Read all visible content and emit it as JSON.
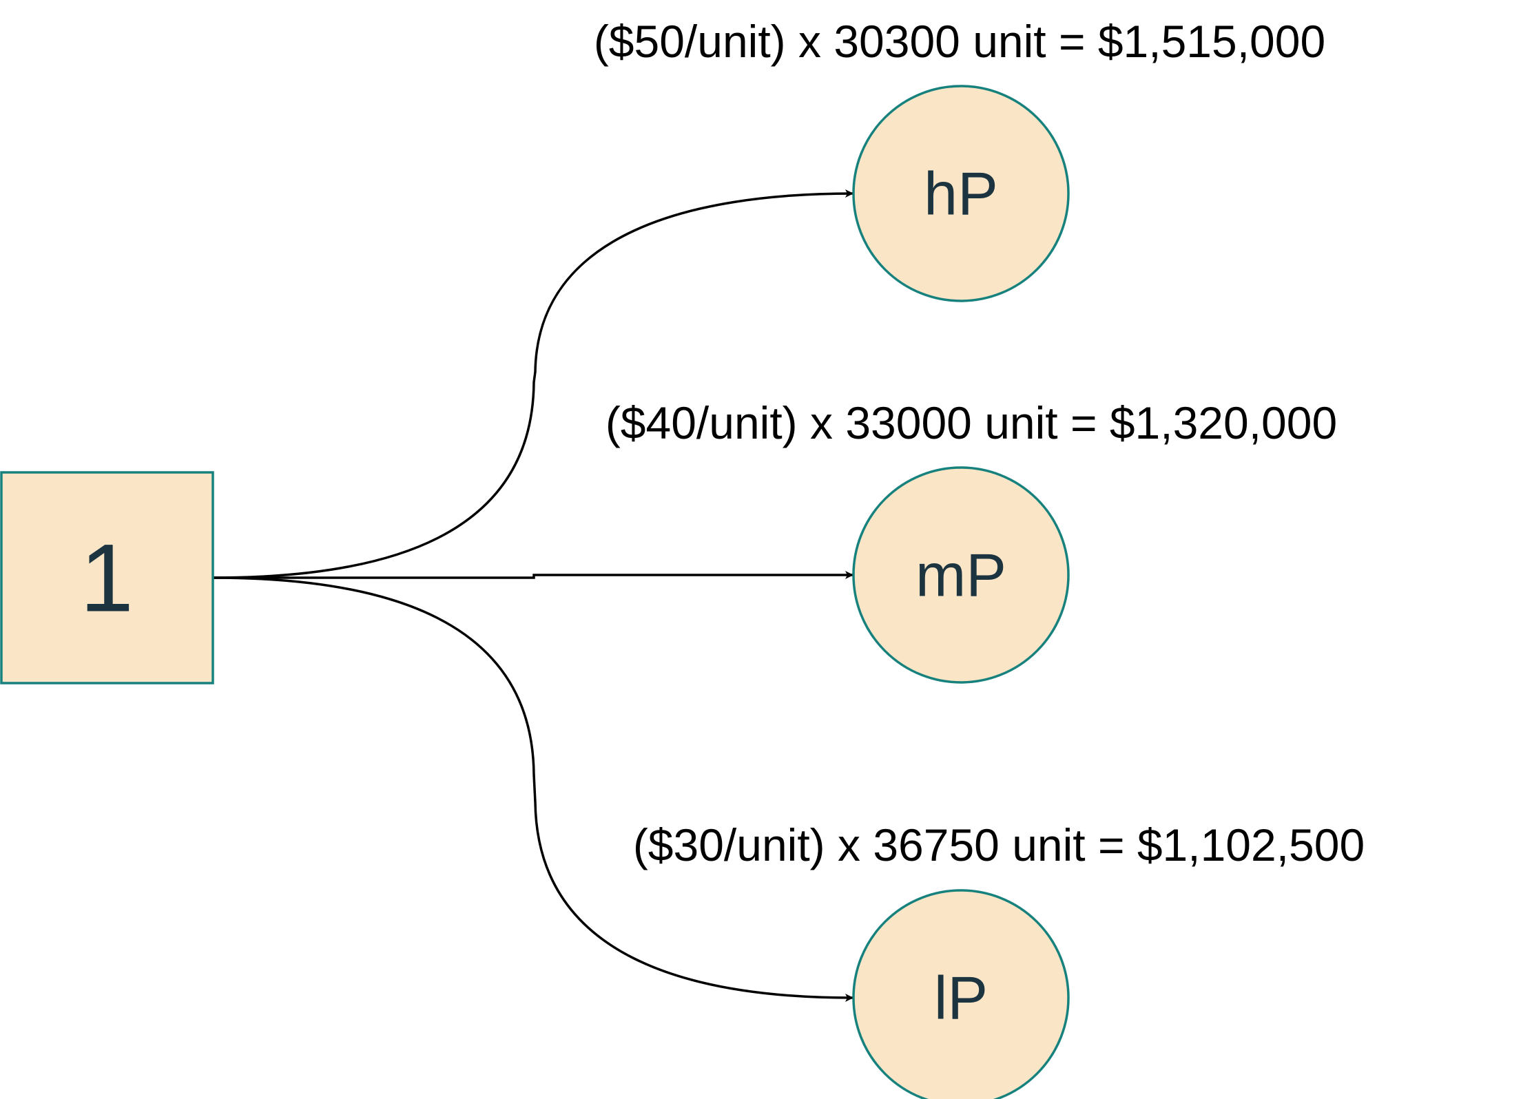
{
  "diagram": {
    "source": {
      "label": "1"
    },
    "targets": [
      {
        "label": "hP",
        "formula": "($50/unit) x 30300 unit = $1,515,000"
      },
      {
        "label": "mP",
        "formula": "($40/unit) x 33000 unit = $1,320,000"
      },
      {
        "label": "lP",
        "formula": "($30/unit) x 36750 unit = $1,102,500"
      }
    ],
    "colors": {
      "node_fill": "#fae5c7",
      "node_stroke": "#17827d",
      "node_text": "#1b3440",
      "edge": "#000000",
      "label_text": "#000000"
    }
  }
}
